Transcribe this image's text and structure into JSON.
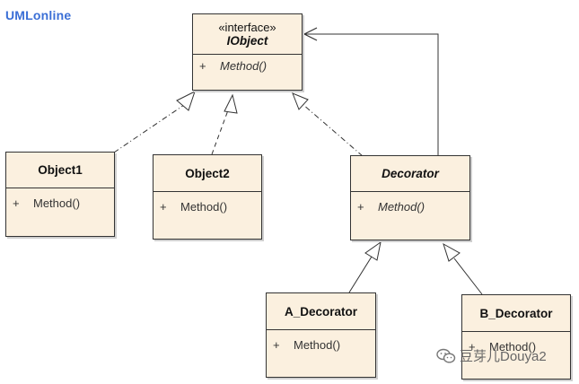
{
  "brand": "UMLonline",
  "classes": {
    "iobject": {
      "stereotype": "«interface»",
      "name": "IObject",
      "visibility": "+",
      "method": "Method()"
    },
    "object1": {
      "name": "Object1",
      "visibility": "+",
      "method": "Method()"
    },
    "object2": {
      "name": "Object2",
      "visibility": "+",
      "method": "Method()"
    },
    "decorator": {
      "name": "Decorator",
      "visibility": "+",
      "method": "Method()"
    },
    "a_decorator": {
      "name": "A_Decorator",
      "visibility": "+",
      "method": "Method()"
    },
    "b_decorator": {
      "name": "B_Decorator",
      "visibility": "+",
      "method": "Method()"
    }
  },
  "watermark": {
    "text": "豆芽儿Douya2",
    "icon": "wechat-logo-icon"
  }
}
